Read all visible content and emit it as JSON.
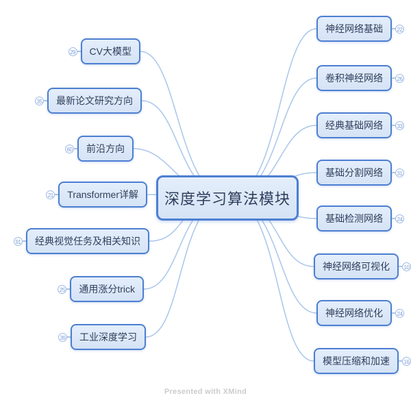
{
  "central": {
    "label": "深度学习算法模块"
  },
  "left_topics": [
    {
      "label": "CV大模型",
      "count": "29"
    },
    {
      "label": "最新论文研究方向",
      "count": "35"
    },
    {
      "label": "前沿方向",
      "count": "60"
    },
    {
      "label": "Transformer详解",
      "count": "21"
    },
    {
      "label": "经典视觉任务及相关知识",
      "count": "91"
    },
    {
      "label": "通用涨分trick",
      "count": "25"
    },
    {
      "label": "工业深度学习",
      "count": "39"
    }
  ],
  "right_topics": [
    {
      "label": "神经网络基础",
      "count": "22"
    },
    {
      "label": "卷积神经网络",
      "count": "26"
    },
    {
      "label": "经典基础网络",
      "count": "33"
    },
    {
      "label": "基础分割网络",
      "count": "31"
    },
    {
      "label": "基础检测网络",
      "count": "24"
    },
    {
      "label": "神经网络可视化",
      "count": "10"
    },
    {
      "label": "神经网络优化",
      "count": "24"
    },
    {
      "label": "模型压缩和加速",
      "count": "16"
    }
  ],
  "footer": {
    "text": "Presented with XMind"
  },
  "colors": {
    "node_fill_top": "#e4eefb",
    "node_fill_bottom": "#d5e3f6",
    "node_border": "#4d7fd1",
    "text": "#2f3f5c",
    "connector": "#a9c6ea",
    "badge_border": "#9db9e6",
    "badge_text": "#7f9fd4",
    "footer_text": "#cccccc"
  }
}
